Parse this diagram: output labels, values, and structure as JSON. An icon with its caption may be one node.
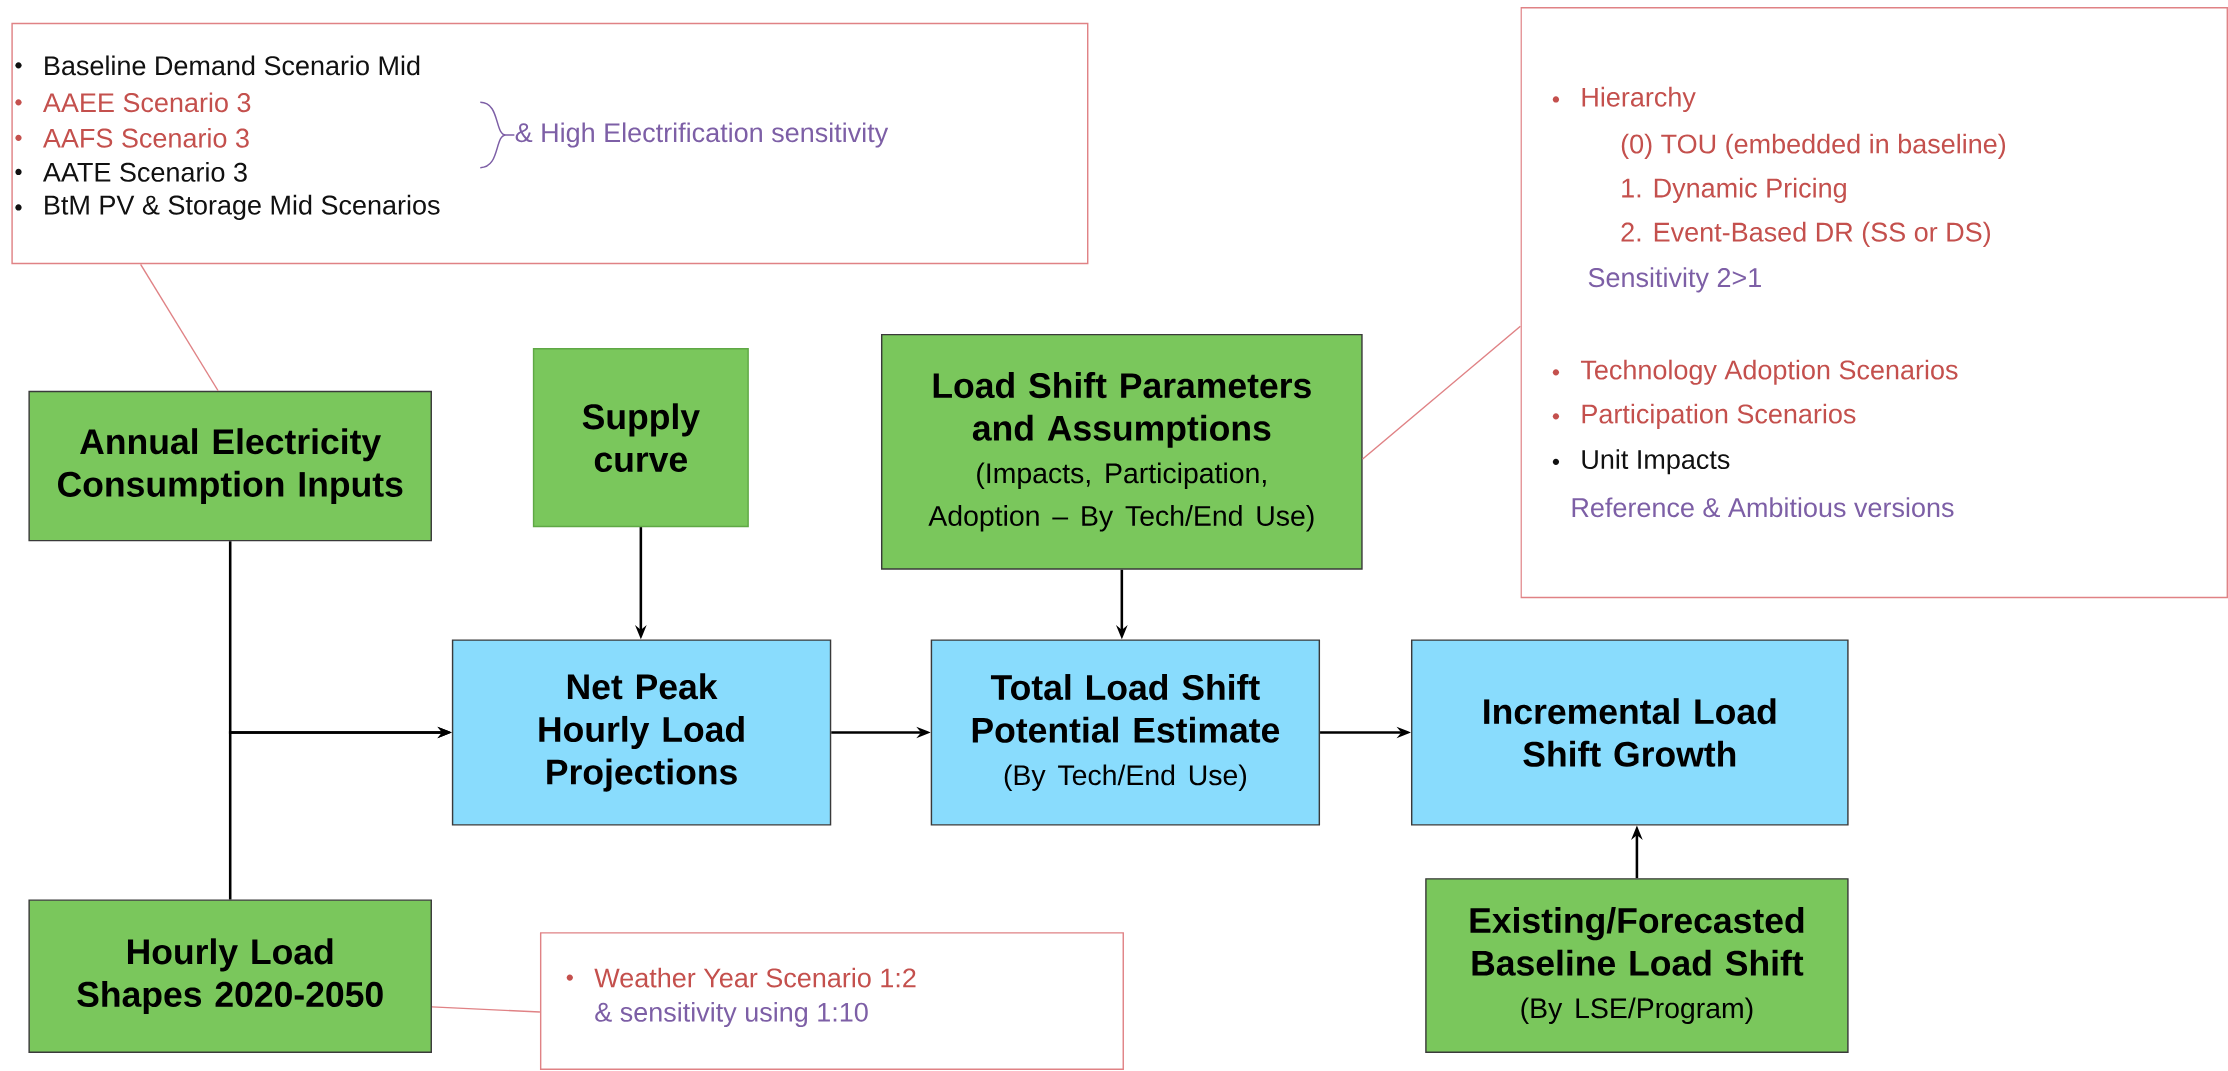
{
  "diagram": {
    "nodes": [
      {
        "text": [
          "Baseline Demand Scenario Mid",
          "AAEE Scenario 3",
          "AAFS Scenario 3",
          "AATE Scenario 3",
          "BtM PV & Storage Mid Scenarios",
          "& High Electrification sensitivity"
        ]
      },
      {
        "text": [
          "Annual Electricity Consumption Inputs"
        ]
      },
      {
        "text": [
          "Supply curve"
        ]
      },
      {
        "text": [
          "Load Shift Parameters and Assumptions",
          "(Impacts, Participation, Adoption – By Tech/End Use)"
        ]
      },
      {
        "text": [
          "Hierarchy",
          "(0) TOU (embedded in baseline)",
          "1. Dynamic Pricing",
          "2. Event-Based DR (SS or DS)",
          "Sensitivity 2>1",
          "Technology Adoption Scenarios",
          "Participation Scenarios",
          "Unit Impacts",
          "Reference & Ambitious versions"
        ]
      },
      {
        "text": [
          "Net Peak Hourly Load Projections"
        ]
      },
      {
        "text": [
          "Total Load Shift Potential Estimate",
          "(By Tech/End Use)"
        ]
      },
      {
        "text": [
          "Incremental Load Shift Growth"
        ]
      },
      {
        "text": [
          "Hourly Load Shapes 2020-2050"
        ]
      },
      {
        "text": [
          "Weather Year Scenario 1:2",
          "& sensitivity using 1:10"
        ]
      },
      {
        "text": [
          "Existing/Forecasted Baseline Load Shift",
          "(By LSE/Program)"
        ]
      }
    ],
    "edges": [
      {
        "from": 0,
        "to": 1,
        "arrow": "none",
        "color": "#e08285"
      },
      {
        "from": 4,
        "to": 3,
        "arrow": "none",
        "color": "#e08285"
      },
      {
        "from": 9,
        "to": 8,
        "arrow": "none",
        "color": "#e08285"
      },
      {
        "from": 1,
        "to": 5,
        "arrow": "to"
      },
      {
        "from": 8,
        "to": 5,
        "arrow": "to"
      },
      {
        "from": 2,
        "to": 5,
        "arrow": "to"
      },
      {
        "from": 3,
        "to": 6,
        "arrow": "to"
      },
      {
        "from": 5,
        "to": 6,
        "arrow": "to"
      },
      {
        "from": 6,
        "to": 7,
        "arrow": "to"
      },
      {
        "from": 10,
        "to": 7,
        "arrow": "to"
      }
    ]
  }
}
